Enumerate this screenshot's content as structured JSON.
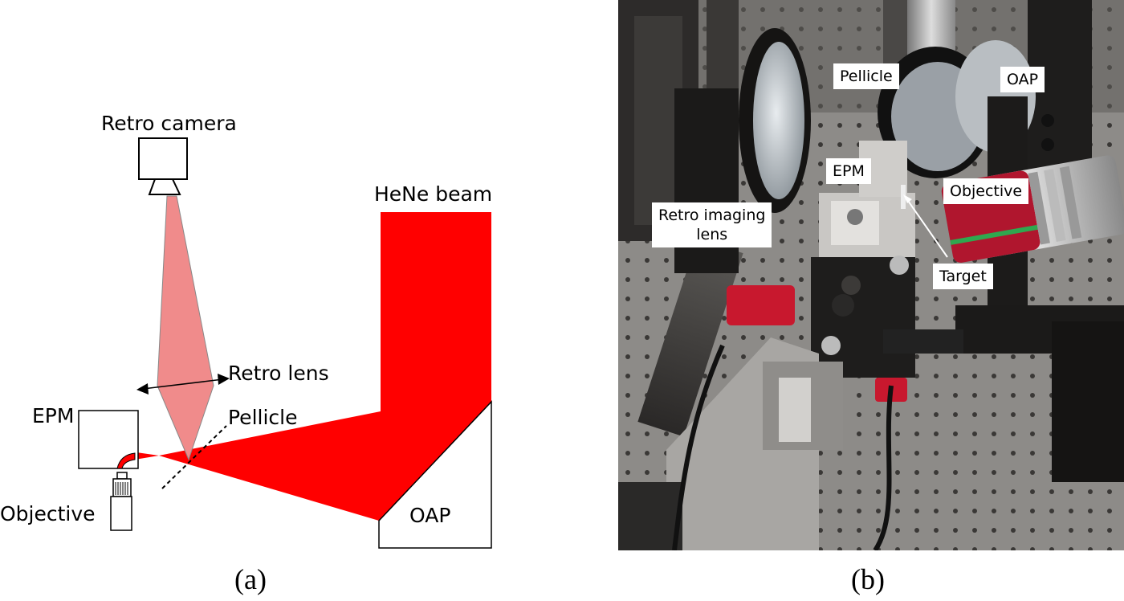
{
  "schematic": {
    "labels": {
      "retro_camera": "Retro camera",
      "hene_beam": "HeNe beam",
      "retro_lens": "Retro lens",
      "pellicle": "Pellicle",
      "epm": "EPM",
      "objective": "Objective",
      "oap": "OAP"
    },
    "caption": "(a)",
    "colors": {
      "beam": "#ff0000",
      "retro_beam": "#f08b8b"
    }
  },
  "photo": {
    "labels": {
      "pellicle": "Pellicle",
      "oap": "OAP",
      "epm": "EPM",
      "objective": "Objective",
      "retro_imaging_lens": "Retro imaging\nlens",
      "target": "Target"
    },
    "caption": "(b)"
  }
}
